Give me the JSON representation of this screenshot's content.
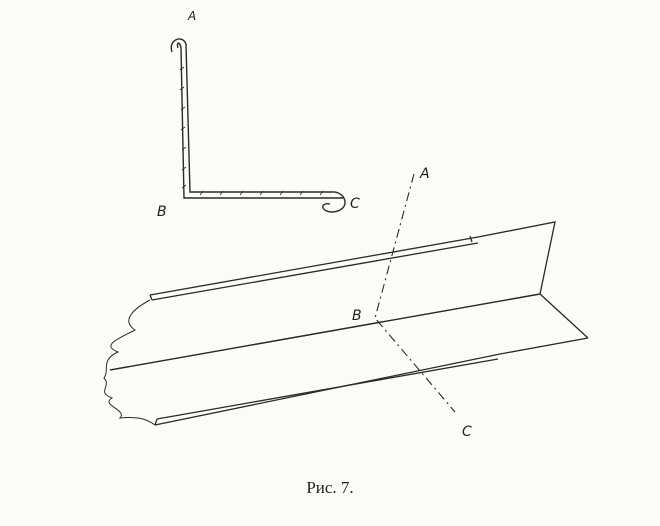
{
  "caption": "Рис. 7.",
  "profile_labels": {
    "top": "A",
    "corner": "B",
    "end": "C"
  },
  "section_labels": {
    "top": "A",
    "corner": "B",
    "end": "C"
  },
  "colors": {
    "ink": "#2a2a2a",
    "paper": "#fbfbf7"
  }
}
